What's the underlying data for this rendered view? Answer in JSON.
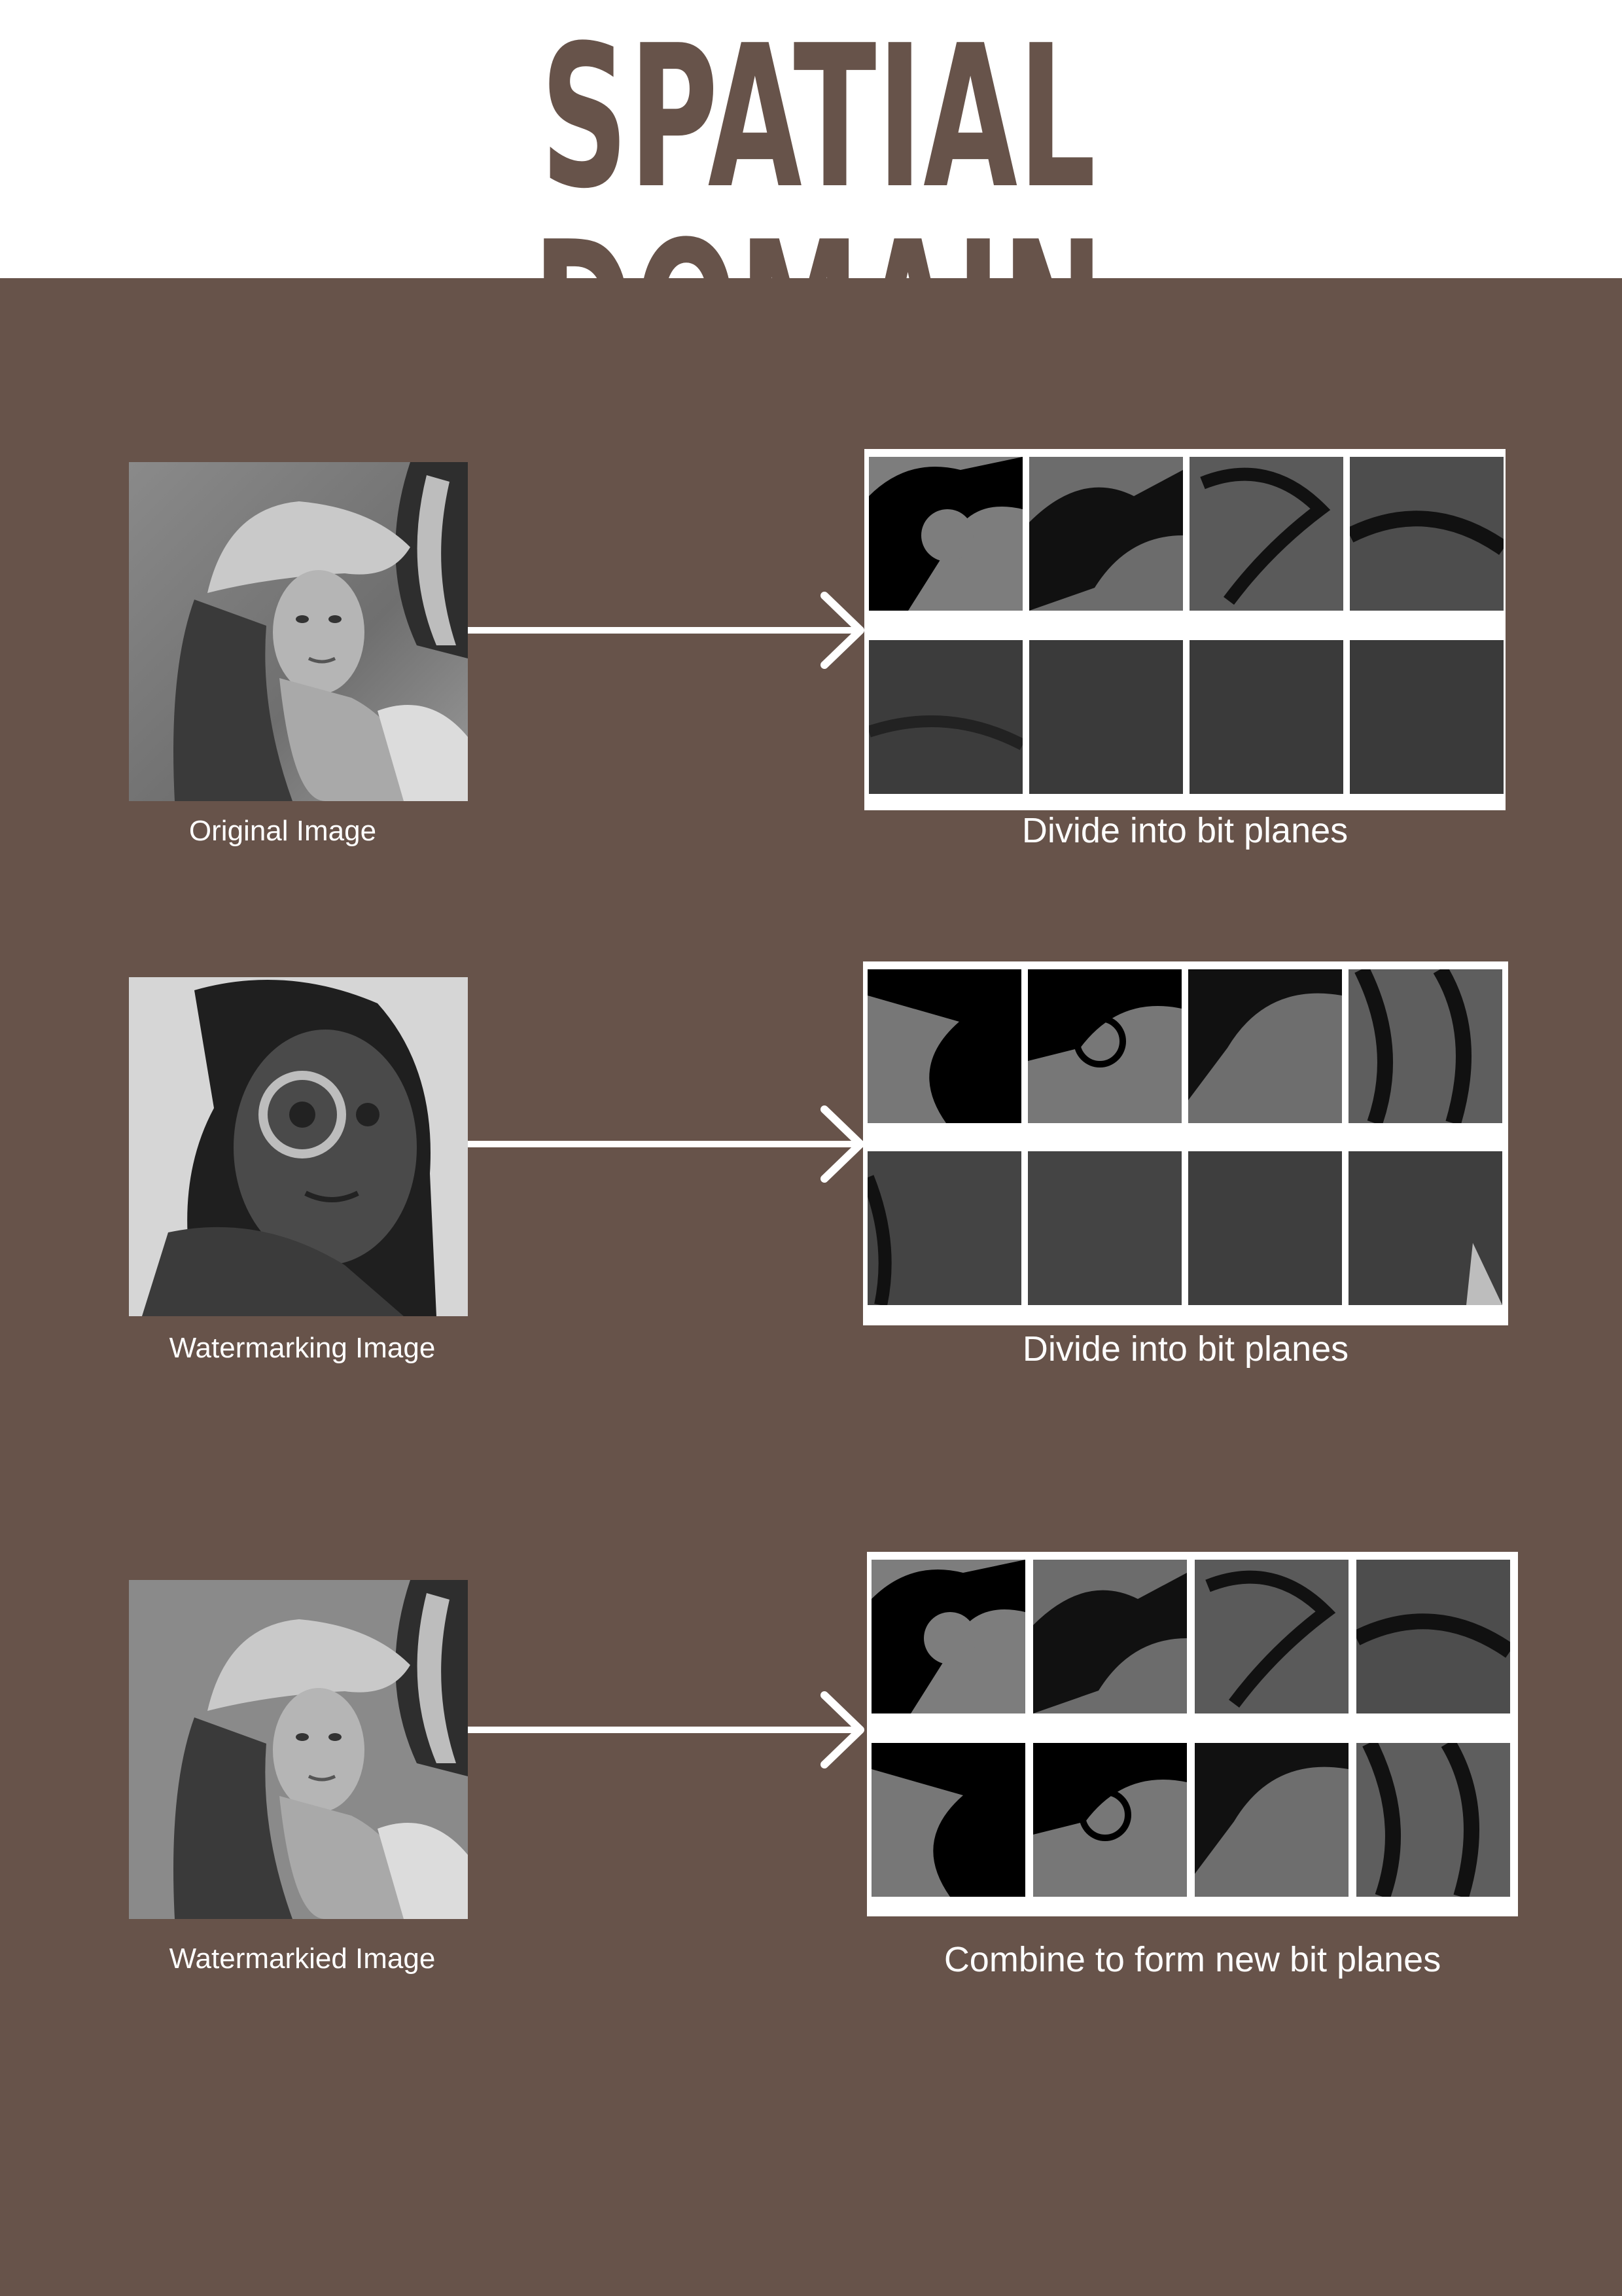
{
  "title": "SPATIAL DOMAIN",
  "colors": {
    "background_panel": "#67534a",
    "title": "#67534a",
    "caption": "#ffffff",
    "arrow": "#ffffff"
  },
  "rows": [
    {
      "image_caption": "Original Image",
      "step_caption": "Divide into bit planes"
    },
    {
      "image_caption": "Watermarking Image",
      "step_caption": "Divide into bit planes"
    },
    {
      "image_caption": "Watermarkied Image",
      "step_caption": "Combine to form new bit planes"
    }
  ]
}
